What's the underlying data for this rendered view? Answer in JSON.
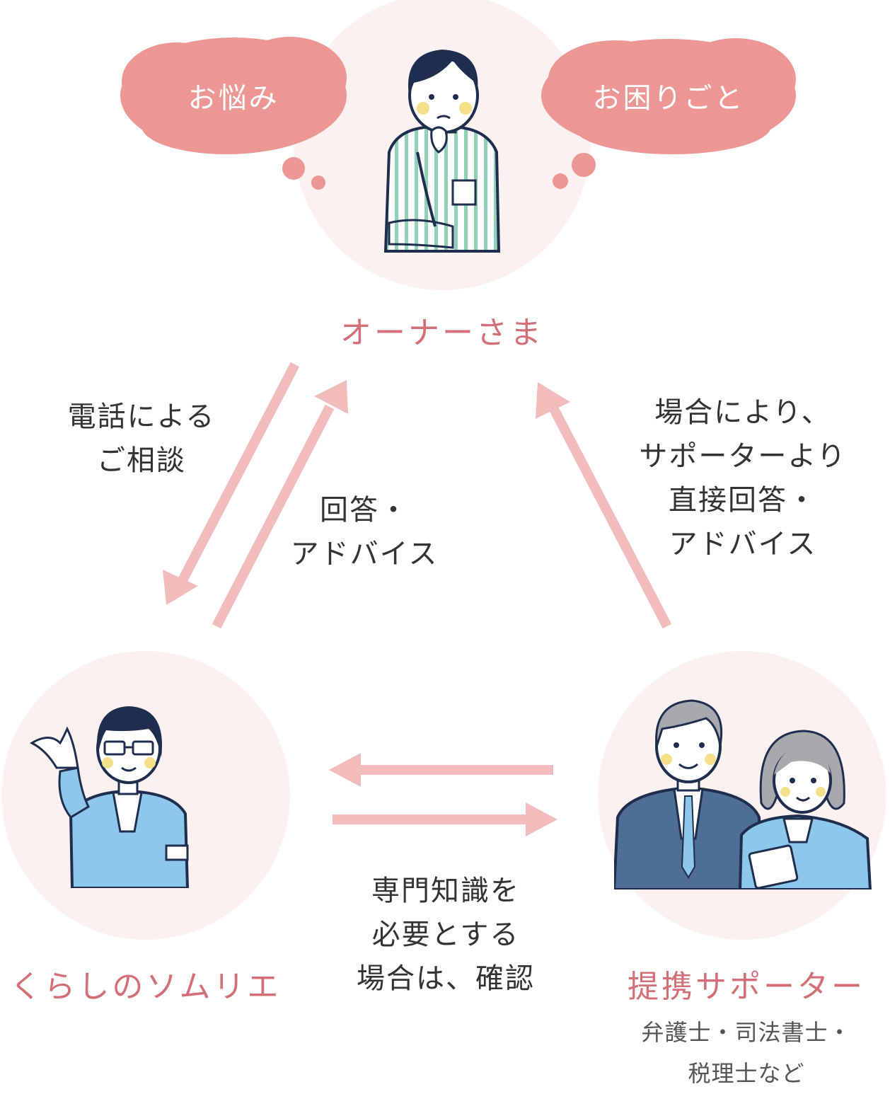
{
  "nodes": {
    "owner": {
      "label": "オーナーさま"
    },
    "sommelier": {
      "label": "くらしのソムリエ"
    },
    "partner": {
      "label": "提携サポーター",
      "sublabel_line1": "弁護士・司法書士・",
      "sublabel_line2": "税理士など"
    }
  },
  "bubbles": {
    "left": "お悩み",
    "right": "お困りごと"
  },
  "edges": {
    "phone": {
      "line1": "電話による",
      "line2": "ご相談"
    },
    "answer": {
      "line1": "回答・",
      "line2": "アドバイス"
    },
    "direct": {
      "line1": "場合により、",
      "line2": "サポーターより",
      "line3": "直接回答・",
      "line4": "アドバイス"
    },
    "confirm": {
      "line1": "専門知識を",
      "line2": "必要とする",
      "line3": "場合は、確認"
    }
  },
  "colors": {
    "accent": "#d36f77",
    "arrow": "#f2bcbc",
    "bubble": "#ec9793",
    "circle": "#fdf1ef",
    "navy": "#1f2d4f",
    "jacket_blue": "#8dc8ea",
    "suit": "#4f6e94"
  },
  "icons": [
    "thinking-man-icon",
    "staff-woman-icon",
    "businessman-icon",
    "businesswoman-icon"
  ]
}
